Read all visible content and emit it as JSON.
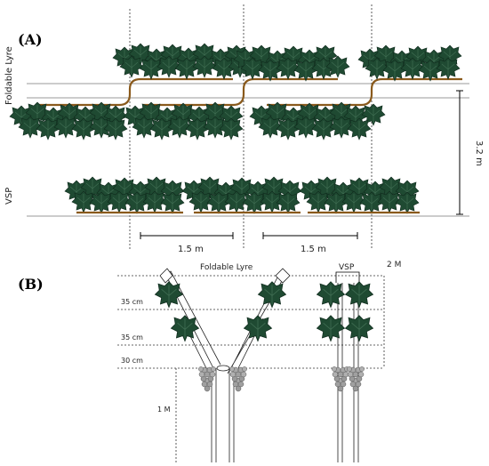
{
  "panel_a": {
    "label": "(A)",
    "side_label_top": "Foldable Lyre",
    "side_label_bottom": "VSP",
    "height_label": "3.2 m",
    "spacing_left": "1.5 m",
    "spacing_right": "1.5 m"
  },
  "panel_b": {
    "label": "(B)",
    "title_lyre": "Foldable Lyre",
    "title_vsp": "VSP",
    "height_total": "2 M",
    "trunk_height": "1 M",
    "level_1": "35 cm",
    "level_2": "35 cm",
    "level_3": "30 cm"
  },
  "colors": {
    "foliage": "#1f4a32",
    "cordon": "#8a5a1c",
    "line": "#555555",
    "grapes": "#9a9a9a"
  }
}
